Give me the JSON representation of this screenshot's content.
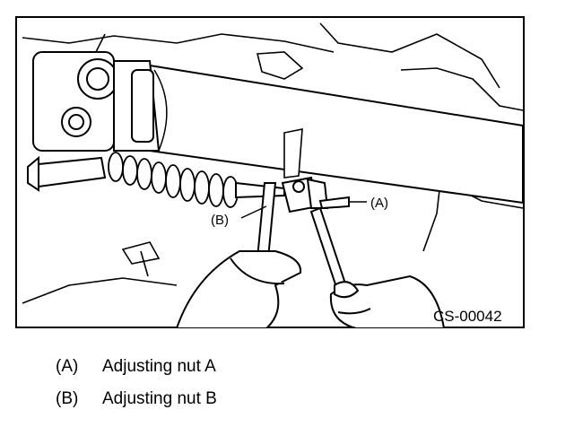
{
  "figure": {
    "code": "CS-00042",
    "callout_a": "(A)",
    "callout_b": "(B)"
  },
  "legend": [
    {
      "key": "(A)",
      "text": "Adjusting nut A"
    },
    {
      "key": "(B)",
      "text": "Adjusting nut B"
    }
  ]
}
